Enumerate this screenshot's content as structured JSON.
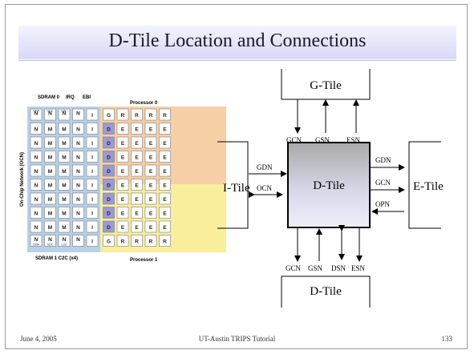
{
  "slide": {
    "title": "D-Tile Location and Connections",
    "footer_left": "June 4, 2005",
    "footer_center": "UT-Austin TRIPS Tutorial",
    "footer_right": "133"
  },
  "chip_map": {
    "top_labels": [
      "SDRAM 0",
      "IRQ",
      "EBI"
    ],
    "processor_top": "Processor 0",
    "processor_bottom": "Processor 1",
    "side_label": "On-Chip Network (OCN)",
    "bottom_label": "SDRAM 1  C2C (x4)",
    "top_small": [
      "DMA",
      "SDC",
      "EBC"
    ],
    "bottom_small": [
      "DMA",
      "SDC",
      "C2C"
    ],
    "rows": [
      [
        "N",
        "N",
        "N",
        "N",
        "I",
        "G",
        "R",
        "R",
        "R",
        "R"
      ],
      [
        "N",
        "M",
        "M",
        "N",
        "I",
        "D",
        "E",
        "E",
        "E",
        "E"
      ],
      [
        "N",
        "M",
        "M",
        "N",
        "I",
        "D",
        "E",
        "E",
        "E",
        "E"
      ],
      [
        "N",
        "M",
        "M",
        "N",
        "I",
        "D",
        "E",
        "E",
        "E",
        "E"
      ],
      [
        "N",
        "M",
        "M",
        "N",
        "I",
        "D",
        "E",
        "E",
        "E",
        "E"
      ],
      [
        "N",
        "M",
        "M",
        "N",
        "I",
        "D",
        "E",
        "E",
        "E",
        "E"
      ],
      [
        "N",
        "M",
        "M",
        "N",
        "I",
        "D",
        "E",
        "E",
        "E",
        "E"
      ],
      [
        "N",
        "M",
        "M",
        "N",
        "I",
        "D",
        "E",
        "E",
        "E",
        "E"
      ],
      [
        "N",
        "M",
        "M",
        "N",
        "I",
        "D",
        "E",
        "E",
        "E",
        "E"
      ],
      [
        "N",
        "N",
        "N",
        "N",
        "I",
        "G",
        "R",
        "R",
        "R",
        "R"
      ]
    ],
    "colors": {
      "ocn": "#b7d1ea",
      "p0": "#f7cfa6",
      "p1": "#f8ee9c",
      "dtile": "#9a9ad8",
      "cell": "#ffffff"
    }
  },
  "diagram": {
    "center": "D-Tile",
    "top_tile": "G-Tile",
    "left_tile": "I-Tile",
    "right_tile": "E-Tile",
    "bottom_tile": "D-Tile",
    "top_nets": [
      "GCN",
      "GSN",
      "ESN"
    ],
    "left_nets": [
      "GDN",
      "OCN"
    ],
    "right_nets": [
      "GDN",
      "GCN",
      "OPN"
    ],
    "bottom_nets": [
      "GCN",
      "GSN",
      "DSN",
      "ESN"
    ]
  }
}
